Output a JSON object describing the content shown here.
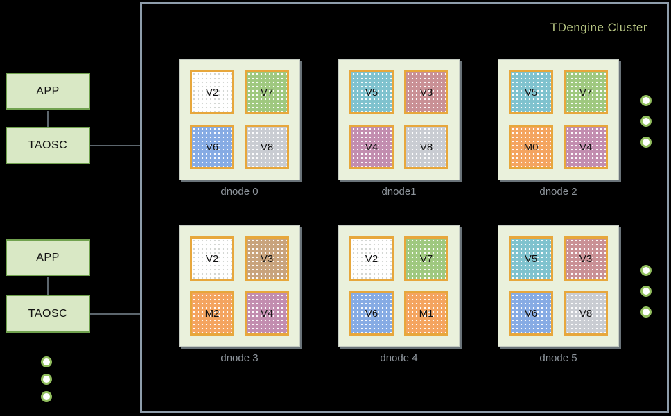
{
  "palette": {
    "white": "#ffffff",
    "green": "#9fc87f",
    "blue": "#86abe4",
    "gray": "#c9ccd2",
    "teal": "#7fc2ce",
    "rose": "#c99095",
    "tan": "#c8a37c",
    "mauve": "#c28daf",
    "orange": "#f4a45f"
  },
  "left_panel": {
    "groups": [
      {
        "app_label": "APP",
        "taosc_label": "TAOSC"
      },
      {
        "app_label": "APP",
        "taosc_label": "TAOSC"
      }
    ],
    "ellipsis": {
      "dot_count": 3
    }
  },
  "cluster": {
    "title": "TDengine Cluster",
    "right_ellipses": [
      {
        "dot_count": 3
      },
      {
        "dot_count": 3
      }
    ],
    "dnodes": [
      {
        "label": "dnode 0",
        "vnodes": [
          {
            "label": "V2",
            "color": "white"
          },
          {
            "label": "V7",
            "color": "green"
          },
          {
            "label": "V6",
            "color": "blue"
          },
          {
            "label": "V8",
            "color": "gray"
          }
        ]
      },
      {
        "label": "dnode1",
        "vnodes": [
          {
            "label": "V5",
            "color": "teal"
          },
          {
            "label": "V3",
            "color": "rose"
          },
          {
            "label": "V4",
            "color": "mauve"
          },
          {
            "label": "V8",
            "color": "gray"
          }
        ]
      },
      {
        "label": "dnode 2",
        "vnodes": [
          {
            "label": "V5",
            "color": "teal"
          },
          {
            "label": "V7",
            "color": "green"
          },
          {
            "label": "M0",
            "color": "orange"
          },
          {
            "label": "V4",
            "color": "mauve"
          }
        ]
      },
      {
        "label": "dnode 3",
        "vnodes": [
          {
            "label": "V2",
            "color": "white"
          },
          {
            "label": "V3",
            "color": "tan"
          },
          {
            "label": "M2",
            "color": "orange"
          },
          {
            "label": "V4",
            "color": "mauve"
          }
        ]
      },
      {
        "label": "dnode 4",
        "vnodes": [
          {
            "label": "V2",
            "color": "white"
          },
          {
            "label": "V7",
            "color": "green"
          },
          {
            "label": "V6",
            "color": "blue"
          },
          {
            "label": "M1",
            "color": "orange"
          }
        ]
      },
      {
        "label": "dnode 5",
        "vnodes": [
          {
            "label": "V5",
            "color": "teal"
          },
          {
            "label": "V3",
            "color": "rose"
          },
          {
            "label": "V6",
            "color": "blue"
          },
          {
            "label": "V8",
            "color": "gray"
          }
        ]
      }
    ]
  }
}
